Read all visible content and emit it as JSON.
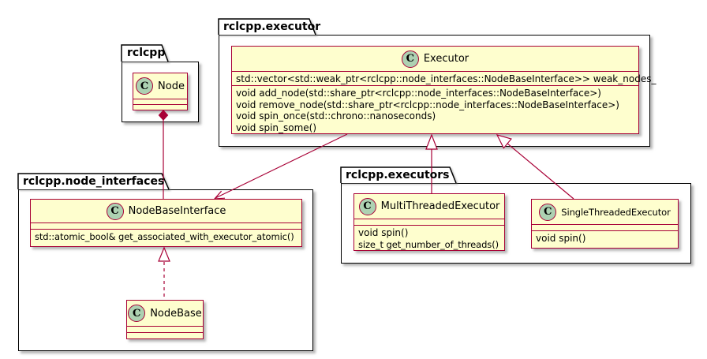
{
  "diagram_title": "rclcpp executor UML class diagram",
  "colors": {
    "class_bg": "#FEFECE",
    "class_border": "#A80036",
    "line": "#A80036",
    "package_bg": "#FFFFFF",
    "package_border": "#000000",
    "circle_bg": "#ADD1B2",
    "text": "#000000"
  },
  "packages": {
    "rclcpp": {
      "label": "rclcpp"
    },
    "executor": {
      "label": "rclcpp.executor"
    },
    "node_interfaces": {
      "label": "rclcpp.node_interfaces"
    },
    "executors": {
      "label": "rclcpp.executors"
    }
  },
  "classes": {
    "node": {
      "stereotype": "C",
      "name": "Node",
      "attributes": [],
      "methods": []
    },
    "executor": {
      "stereotype": "C",
      "name": "Executor",
      "attributes": [
        "std::vector<std::weak_ptr<rclcpp::node_interfaces::NodeBaseInterface>> weak_nodes_"
      ],
      "methods": [
        "void add_node(std::share_ptr<rclcpp::node_interfaces::NodeBaseInterface>)",
        "void remove_node(std::share_ptr<rclcpp::node_interfaces::NodeBaseInterface>)",
        "void spin_once(std::chrono::nanoseconds)",
        "void spin_some()"
      ]
    },
    "node_base_interface": {
      "stereotype": "C",
      "name": "NodeBaseInterface",
      "attributes": [],
      "methods": [
        "std::atomic_bool& get_associated_with_executor_atomic()"
      ]
    },
    "node_base": {
      "stereotype": "C",
      "name": "NodeBase",
      "attributes": [],
      "methods": []
    },
    "multi_threaded_executor": {
      "stereotype": "C",
      "name": "MultiThreadedExecutor",
      "attributes": [],
      "methods": [
        "void spin()",
        "size_t get_number_of_threads()"
      ]
    },
    "single_threaded_executor": {
      "stereotype": "C",
      "name": "SingleThreadedExecutor",
      "attributes": [],
      "methods": [
        "void spin()"
      ]
    }
  },
  "relationships": [
    {
      "from": "Node",
      "to": "NodeBaseInterface",
      "type": "composition"
    },
    {
      "from": "Executor",
      "to": "NodeBaseInterface",
      "type": "directed-association"
    },
    {
      "from": "MultiThreadedExecutor",
      "to": "Executor",
      "type": "generalization"
    },
    {
      "from": "SingleThreadedExecutor",
      "to": "Executor",
      "type": "generalization"
    },
    {
      "from": "NodeBase",
      "to": "NodeBaseInterface",
      "type": "realization"
    }
  ]
}
